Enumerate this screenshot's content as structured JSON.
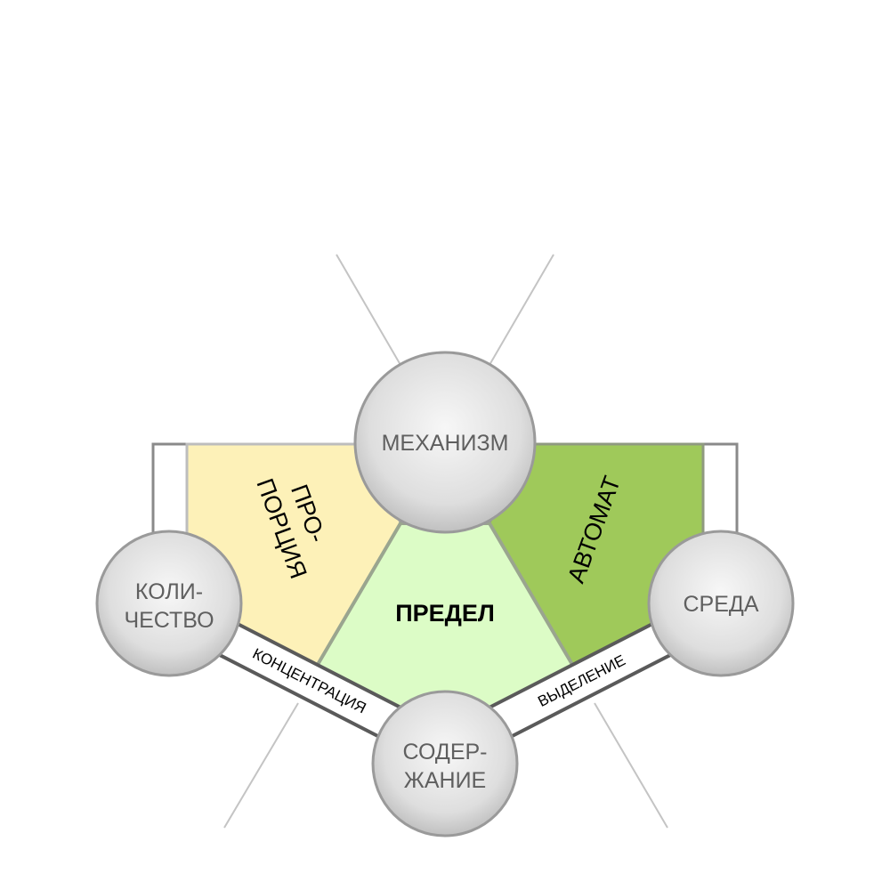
{
  "nodes": {
    "top": {
      "name": "МЕХАНИЗМ"
    },
    "left": {
      "line1": "КОЛИ-",
      "line2": "ЧЕСТВО"
    },
    "right": {
      "name": "СРЕДА"
    },
    "bottom": {
      "line1": "СОДЕР-",
      "line2": "ЖАНИЕ"
    }
  },
  "regions": {
    "center": "ПРЕДЕЛ",
    "left": {
      "line1": "ПРО-",
      "line2": "ПОРЦИЯ"
    },
    "right": "АВТОМАТ"
  },
  "edges": {
    "left": "КОНЦЕНТРАЦИЯ",
    "right": "ВЫДЕЛЕНИЕ"
  },
  "colors": {
    "left_region": "#fdf1b8",
    "center_region": "#dcfcc6",
    "right_region": "#9fc95a",
    "node_fill": "#e2e2e2",
    "node_stroke": "#9a9a9a"
  }
}
